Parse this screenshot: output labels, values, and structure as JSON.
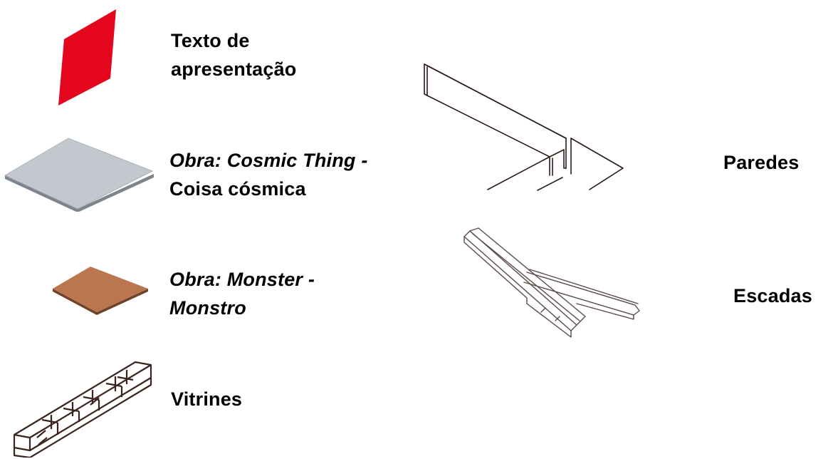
{
  "legend": {
    "items": [
      {
        "id": "presentation-text",
        "line1": "Texto de",
        "line2": "apresentação",
        "line1_italic": false,
        "line2_italic": false,
        "color": "#e3061c",
        "icon": "red-panel-icon"
      },
      {
        "id": "cosmic-thing",
        "line1": "Obra: Cosmic Thing -",
        "line2": "Coisa cósmica",
        "line1_italic": true,
        "line2_italic": false,
        "color": "#c3c8ce",
        "icon": "gray-platform-icon"
      },
      {
        "id": "monster",
        "line1": "Obra: Monster -",
        "line2": "Monstro",
        "line1_italic": true,
        "line2_italic": true,
        "color": "#bb7650",
        "icon": "brown-platform-icon"
      },
      {
        "id": "vitrines",
        "line1": "Vitrines",
        "color": "#3a2420",
        "icon": "vitrine-icon"
      },
      {
        "id": "walls",
        "line1": "Paredes",
        "color": "#2a1a17",
        "icon": "walls-icon"
      },
      {
        "id": "stairs",
        "line1": "Escadas",
        "color": "#5a4a48",
        "icon": "stairs-icon"
      }
    ]
  }
}
